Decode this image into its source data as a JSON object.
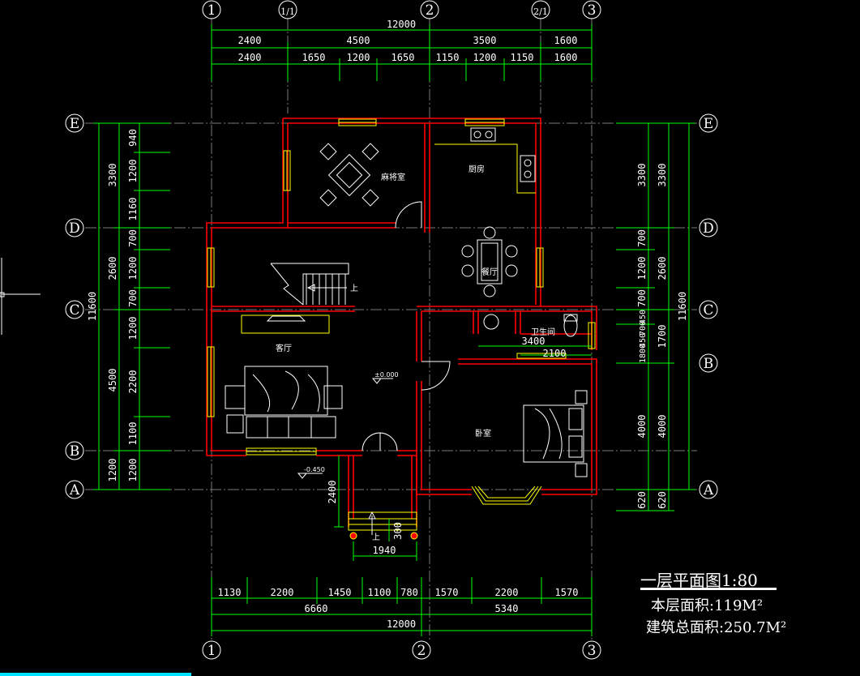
{
  "axes": {
    "columns_top": [
      "1",
      "1/1",
      "2",
      "2/1",
      "3"
    ],
    "columns_bottom": [
      "1",
      "2",
      "3"
    ],
    "rows": [
      "E",
      "D",
      "C",
      "B",
      "A"
    ]
  },
  "dims_top": {
    "total": "12000",
    "row1": [
      "2400",
      "4500",
      "3500",
      "1600"
    ],
    "row2": [
      "2400",
      "1650",
      "1200",
      "1650",
      "1150",
      "1200",
      "1150",
      "1600"
    ]
  },
  "dims_bottom": {
    "row1": [
      "1130",
      "2200",
      "1450",
      "1100",
      "780",
      "1570",
      "2200",
      "1570"
    ],
    "row2": [
      "6660",
      "5340"
    ],
    "total": "12000"
  },
  "dims_left": {
    "total": "11600",
    "row1": [
      "3300",
      "2600",
      "4500",
      "1200"
    ],
    "row2": [
      "940",
      "1200",
      "1160",
      "700",
      "1200",
      "700",
      "1200",
      "2200",
      "1100",
      "1200"
    ]
  },
  "dims_right": {
    "total": "11600",
    "row1": [
      "3300",
      "2600",
      "1700",
      "4000",
      "620"
    ],
    "row2": [
      "3300",
      "700",
      "1200",
      "700",
      "450",
      "700",
      "450",
      "1800",
      "4000",
      "620"
    ]
  },
  "dims_inner": {
    "bath_w": "3400",
    "bath_w2": "2100",
    "porch_h": "2400",
    "porch_w": "1940",
    "step": "300"
  },
  "rooms": {
    "mahjong": "麻将室",
    "kitchen": "厨房",
    "dining": "餐厅",
    "bathroom": "卫生间",
    "living": "客厅",
    "bedroom": "卧室",
    "stair_up": "上",
    "porch_up": "上"
  },
  "levels": {
    "floor": "±0.000",
    "outside": "-0.450"
  },
  "info": {
    "title": "一层平面图1:80",
    "floor_area": "本层面积:119M²",
    "total_area": "建筑总面积:250.7M²"
  },
  "colors": {
    "background": "#000000",
    "dimension": "#00ff00",
    "wall": "#ff0000",
    "window": "#ffff00",
    "furniture": "#ffffff",
    "axis": "#7a7a7a"
  }
}
